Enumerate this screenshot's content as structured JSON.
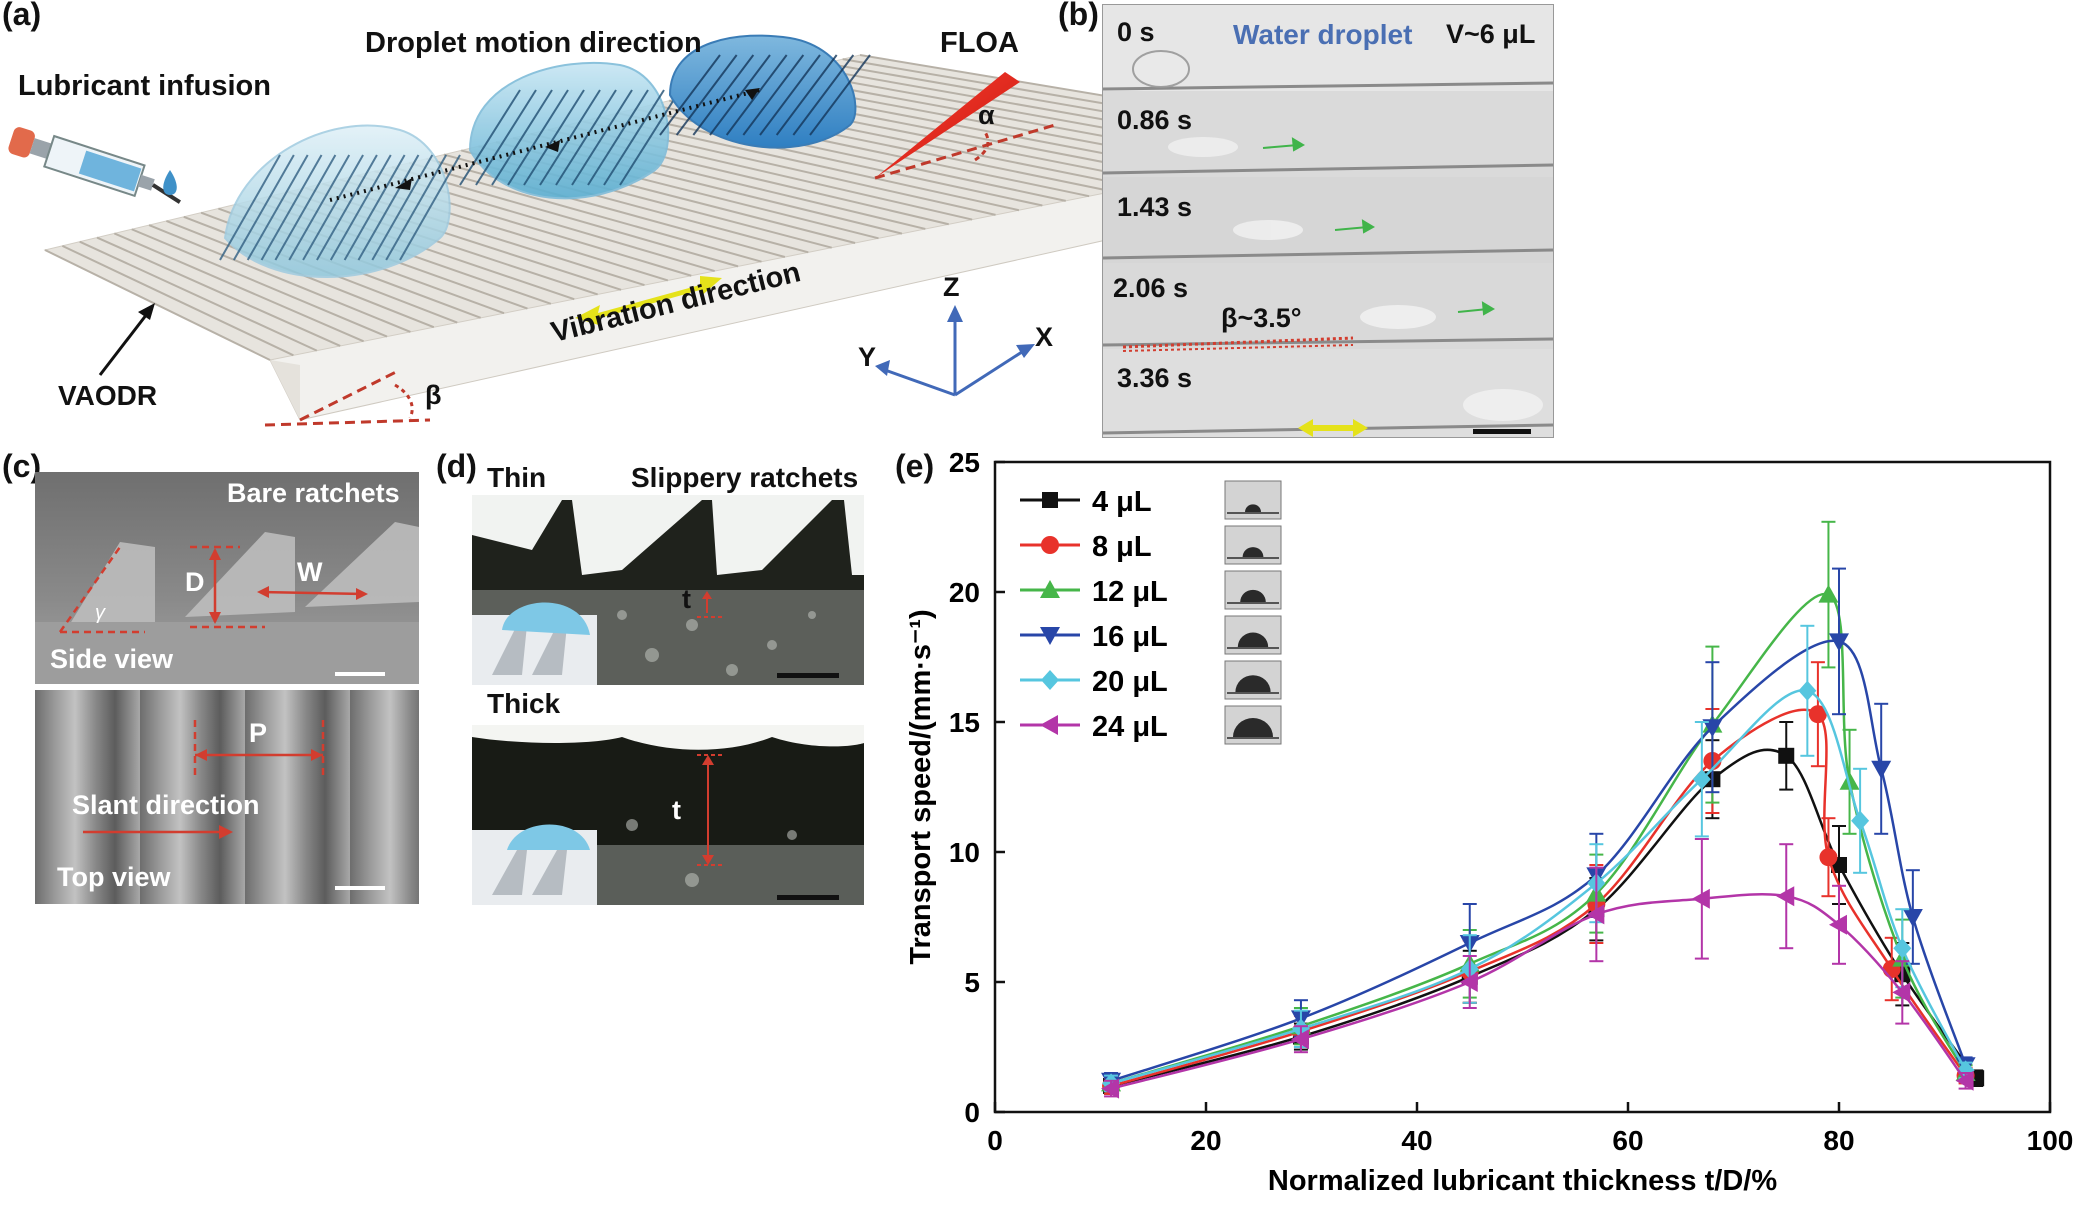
{
  "panel_a": {
    "label": "(a)",
    "lubricant_infusion": "Lubricant infusion",
    "droplet_motion": "Droplet motion direction",
    "floa": "FLOA",
    "alpha": "α",
    "vibration": "Vibration direction",
    "vaodr": "VAODR",
    "beta": "β",
    "axis_z": "Z",
    "axis_x": "X",
    "axis_y": "Y"
  },
  "panel_b": {
    "label": "(b)",
    "title": "Water droplet",
    "volume": "V~6 μL",
    "frames": [
      "0 s",
      "0.86 s",
      "1.43 s",
      "2.06 s",
      "3.36 s"
    ],
    "beta": "β~3.5°"
  },
  "panel_c": {
    "label": "(c)",
    "bare": "Bare ratchets",
    "D": "D",
    "W": "W",
    "gamma": "γ",
    "side_view": "Side view",
    "P": "P",
    "slant": "Slant direction",
    "top_view": "Top view"
  },
  "panel_d": {
    "label": "(d)",
    "thin": "Thin",
    "slippery": "Slippery ratchets",
    "t1": "t",
    "thick": "Thick",
    "t2": "t"
  },
  "panel_e": {
    "label": "(e)"
  },
  "chart_data": {
    "type": "scatter",
    "xlabel": "Normalized lubricant thickness t/D/%",
    "ylabel": "Transport speed/(mm·s⁻¹)",
    "xlim": [
      0,
      100
    ],
    "ylim": [
      0,
      25
    ],
    "xticks": [
      0,
      20,
      40,
      60,
      80,
      100
    ],
    "yticks": [
      0,
      5,
      10,
      15,
      20,
      25
    ],
    "legend_position": "top-left",
    "series": [
      {
        "name": "4 μL",
        "color": "#111111",
        "marker": "square",
        "x": [
          11,
          29,
          45,
          57,
          68,
          75,
          80,
          86,
          93
        ],
        "y": [
          1.0,
          2.9,
          5.2,
          7.8,
          12.8,
          13.7,
          9.5,
          5.3,
          1.3
        ],
        "err": [
          0.3,
          0.5,
          1.0,
          1.2,
          1.5,
          1.3,
          1.5,
          1.2,
          0.3
        ]
      },
      {
        "name": "8 μL",
        "color": "#e8322b",
        "marker": "circle",
        "x": [
          11,
          29,
          45,
          57,
          68,
          78,
          79,
          85,
          92
        ],
        "y": [
          1.0,
          3.1,
          5.4,
          8.0,
          13.5,
          15.3,
          9.8,
          5.5,
          1.4
        ],
        "err": [
          0.3,
          0.6,
          1.2,
          1.5,
          2.0,
          2.0,
          1.5,
          1.2,
          0.3
        ]
      },
      {
        "name": "12 μL",
        "color": "#46b649",
        "marker": "triangle-up",
        "x": [
          11,
          29,
          45,
          57,
          68,
          79,
          81,
          86,
          92
        ],
        "y": [
          1.1,
          3.3,
          5.7,
          8.4,
          14.9,
          19.9,
          12.7,
          5.9,
          1.5
        ],
        "err": [
          0.3,
          0.7,
          1.3,
          1.5,
          3.0,
          2.8,
          2.0,
          1.5,
          0.3
        ]
      },
      {
        "name": "16 μL",
        "color": "#2846a8",
        "marker": "triangle-down",
        "x": [
          11,
          29,
          45,
          57,
          68,
          80,
          84,
          87,
          92
        ],
        "y": [
          1.2,
          3.6,
          6.5,
          9.1,
          14.8,
          18.1,
          13.2,
          7.5,
          1.8
        ],
        "err": [
          0.3,
          0.7,
          1.5,
          1.6,
          2.5,
          2.8,
          2.5,
          1.8,
          0.3
        ]
      },
      {
        "name": "20 μL",
        "color": "#56c6df",
        "marker": "diamond",
        "x": [
          11,
          29,
          45,
          57,
          67,
          77,
          82,
          86,
          92
        ],
        "y": [
          1.1,
          3.2,
          5.5,
          8.8,
          12.8,
          16.2,
          11.2,
          6.3,
          1.6
        ],
        "err": [
          0.3,
          0.7,
          1.3,
          1.5,
          2.2,
          2.5,
          2.0,
          1.5,
          0.3
        ]
      },
      {
        "name": "24 μL",
        "color": "#b335a8",
        "marker": "triangle-left",
        "x": [
          11,
          29,
          45,
          57,
          67,
          75,
          80,
          86,
          92
        ],
        "y": [
          0.9,
          2.8,
          5.0,
          7.6,
          8.2,
          8.3,
          7.2,
          4.6,
          1.2
        ],
        "err": [
          0.3,
          0.5,
          1.0,
          1.8,
          2.3,
          2.0,
          1.5,
          1.2,
          0.3
        ]
      }
    ]
  }
}
